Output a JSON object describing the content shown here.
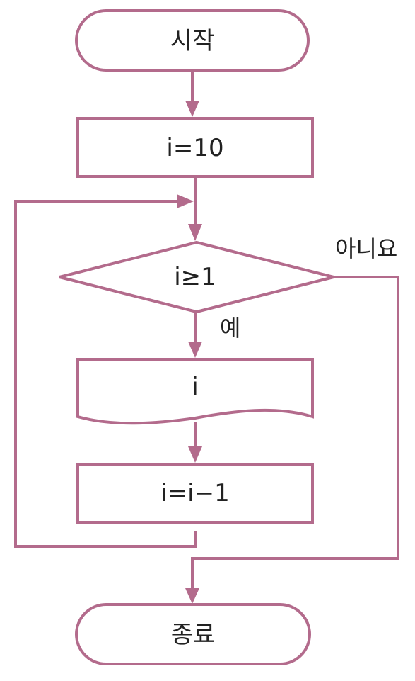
{
  "colors": {
    "accent": "#b36b8c",
    "text": "#222222",
    "background": "#ffffff"
  },
  "nodes": {
    "start": "시작",
    "init": "i=10",
    "condition": "i≥1",
    "output": "i",
    "decrement": "i=i−1",
    "end": "종료"
  },
  "branches": {
    "yes": "예",
    "no": "아니요"
  }
}
